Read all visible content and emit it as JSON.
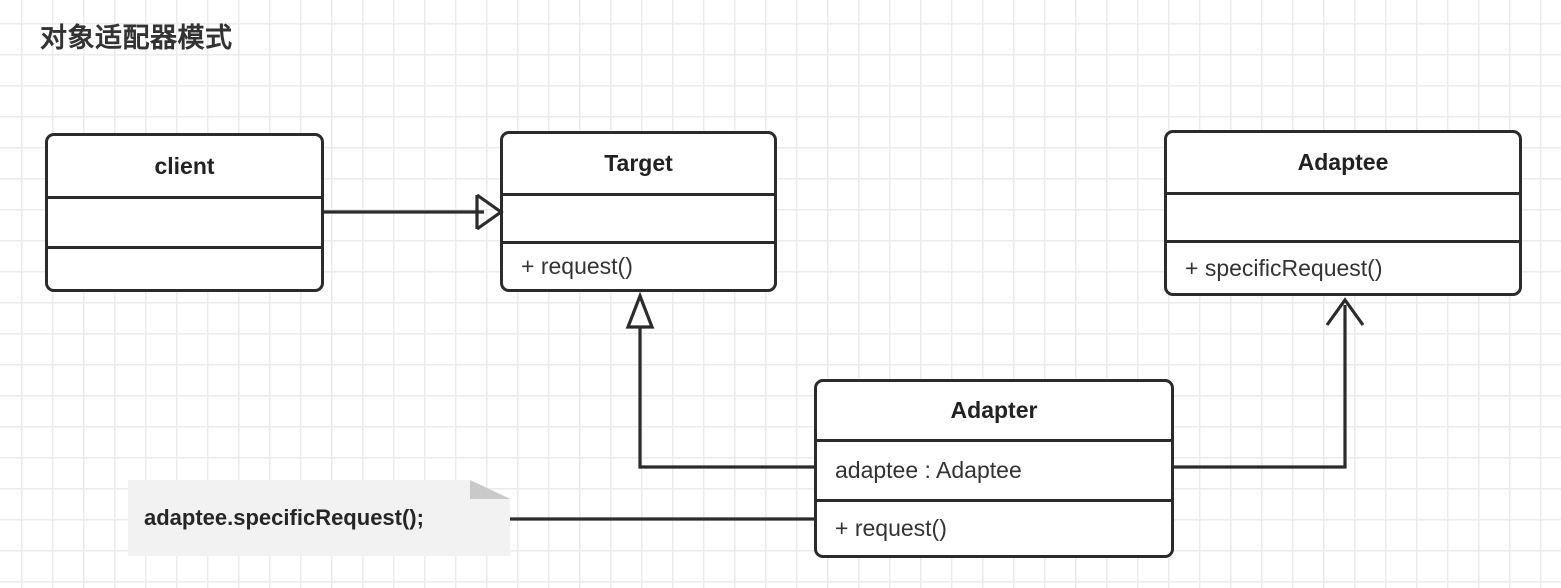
{
  "diagram": {
    "title": "对象适配器模式",
    "type": "uml-class-diagram",
    "background": {
      "grid": "on",
      "grid_color": "#ebebeb",
      "page_color": "#ffffff"
    },
    "stroke_color": "#2b2b2b",
    "classes": [
      {
        "id": "client",
        "name": "client",
        "attributes": [
          ""
        ],
        "methods": [
          ""
        ]
      },
      {
        "id": "target",
        "name": "Target",
        "attributes": [
          ""
        ],
        "methods": [
          "+ request()"
        ]
      },
      {
        "id": "adaptee",
        "name": "Adaptee",
        "attributes": [
          ""
        ],
        "methods": [
          "+ specificRequest()"
        ]
      },
      {
        "id": "adapter",
        "name": "Adapter",
        "attributes": [
          "adaptee : Adaptee"
        ],
        "methods": [
          "+ request()"
        ]
      }
    ],
    "note": {
      "text": "adaptee.specificRequest();",
      "fill": "#f2f2f2",
      "fold_color": "#c9c9c9"
    },
    "relations": [
      {
        "id": "client-to-target",
        "from": "client",
        "to": "target",
        "kind": "association",
        "arrowhead": "open-triangle"
      },
      {
        "id": "adapter-to-target",
        "from": "adapter",
        "to": "target",
        "kind": "generalization",
        "arrowhead": "hollow-triangle"
      },
      {
        "id": "adapter-to-adaptee",
        "from": "adapter",
        "to": "adaptee",
        "kind": "association",
        "arrowhead": "open-line"
      },
      {
        "id": "note-to-adapter-request",
        "from": "note",
        "to": "adapter",
        "kind": "note-link",
        "arrowhead": "none"
      }
    ]
  }
}
